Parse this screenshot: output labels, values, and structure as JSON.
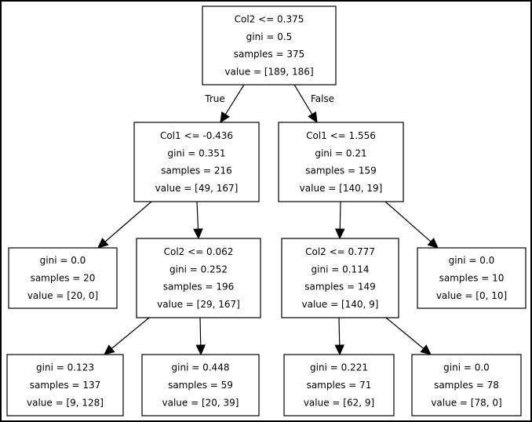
{
  "tree": {
    "edge_labels": {
      "true_label": "True",
      "false_label": "False"
    },
    "nodes": [
      {
        "id": "n0",
        "lines": [
          "Col2 <= 0.375",
          "gini = 0.5",
          "samples = 375",
          "value = [189, 186]"
        ]
      },
      {
        "id": "n1",
        "lines": [
          "Col1 <= -0.436",
          "gini = 0.351",
          "samples = 216",
          "value = [49, 167]"
        ]
      },
      {
        "id": "n2",
        "lines": [
          "Col1 <= 1.556",
          "gini = 0.21",
          "samples = 159",
          "value = [140, 19]"
        ]
      },
      {
        "id": "n3",
        "lines": [
          "gini = 0.0",
          "samples = 20",
          "value = [20, 0]"
        ]
      },
      {
        "id": "n4",
        "lines": [
          "Col2 <= 0.062",
          "gini = 0.252",
          "samples = 196",
          "value = [29, 167]"
        ]
      },
      {
        "id": "n5",
        "lines": [
          "Col2 <= 0.777",
          "gini = 0.114",
          "samples = 149",
          "value = [140, 9]"
        ]
      },
      {
        "id": "n6",
        "lines": [
          "gini = 0.0",
          "samples = 10",
          "value = [0, 10]"
        ]
      },
      {
        "id": "n7",
        "lines": [
          "gini = 0.123",
          "samples = 137",
          "value = [9, 128]"
        ]
      },
      {
        "id": "n8",
        "lines": [
          "gini = 0.448",
          "samples = 59",
          "value = [20, 39]"
        ]
      },
      {
        "id": "n9",
        "lines": [
          "gini = 0.221",
          "samples = 71",
          "value = [62, 9]"
        ]
      },
      {
        "id": "n10",
        "lines": [
          "gini = 0.0",
          "samples = 78",
          "value = [78, 0]"
        ]
      }
    ],
    "edges": [
      {
        "from": "n0",
        "to": "n1"
      },
      {
        "from": "n0",
        "to": "n2"
      },
      {
        "from": "n1",
        "to": "n3"
      },
      {
        "from": "n1",
        "to": "n4"
      },
      {
        "from": "n2",
        "to": "n5"
      },
      {
        "from": "n2",
        "to": "n6"
      },
      {
        "from": "n4",
        "to": "n7"
      },
      {
        "from": "n4",
        "to": "n8"
      },
      {
        "from": "n5",
        "to": "n9"
      },
      {
        "from": "n5",
        "to": "n10"
      }
    ]
  }
}
